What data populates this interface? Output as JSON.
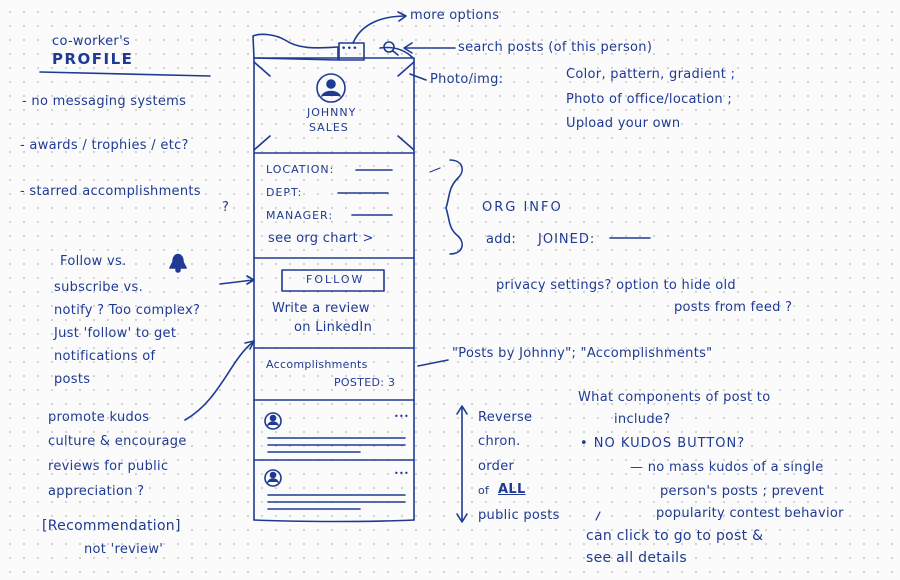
{
  "left_notes": {
    "coworkers": "co-worker's",
    "profile": "PROFILE",
    "no_messaging": "- no messaging systems",
    "awards": "- awards / trophies / etc?",
    "starred": "- starred accomplishments",
    "starred_q": "?",
    "follow_1": "Follow vs.",
    "follow_2": "subscribe vs.",
    "follow_3": "notify ? Too complex?",
    "follow_4": "Just 'follow' to get",
    "follow_5": "notifications of",
    "follow_6": "posts",
    "promote_1": "promote kudos",
    "promote_2": "culture & encourage",
    "promote_3": "reviews for public",
    "promote_4": "appreciation ?",
    "recommendation": "[Recommendation]",
    "not_review": "not 'review'"
  },
  "phone": {
    "name_1": "JOHNNY",
    "name_2": "SALES",
    "location": "LOCATION:",
    "dept": "DEPT:",
    "manager": "MANAGER:",
    "org_chart": "see org chart >",
    "follow_button": "FOLLOW",
    "review_1": "Write a review",
    "review_2": "on LinkedIn",
    "accomplishments": "Accomplishments",
    "posted": "POSTED: 3",
    "more_dots": "•••",
    "ellipsis": "•••"
  },
  "right_notes": {
    "more_options": "more options",
    "search_posts": "search posts (of this person)",
    "photo_label": "Photo/img:",
    "photo_1": "Color, pattern, gradient ;",
    "photo_2": "Photo of office/location ;",
    "photo_3": "Upload your own",
    "org_info": "ORG INFO",
    "add": "add:",
    "joined": "JOINED:",
    "privacy_1": "privacy settings? option to hide old",
    "privacy_2": "posts from feed ?",
    "posts_by": "\"Posts by Johnny\"; \"Accomplishments\"",
    "reverse": "Reverse",
    "chron": "chron.",
    "order": "order",
    "of": "of",
    "all": "ALL",
    "public_posts": "public posts",
    "components_1": "What components of post to",
    "components_2": "include?",
    "no_kudos": "• NO KUDOS BUTTON?",
    "mass_1": "— no mass kudos of a single",
    "mass_2": "person's posts ; prevent",
    "mass_3": "popularity contest behavior",
    "click_1": "can click to go to post &",
    "click_2": "see all details"
  },
  "colors": {
    "ink": "#1f3a93",
    "paper": "#fbfbfb",
    "dots": "#c9c9c9"
  },
  "icons": [
    "bell-icon",
    "search-icon",
    "avatar-icon",
    "more-options-icon"
  ]
}
